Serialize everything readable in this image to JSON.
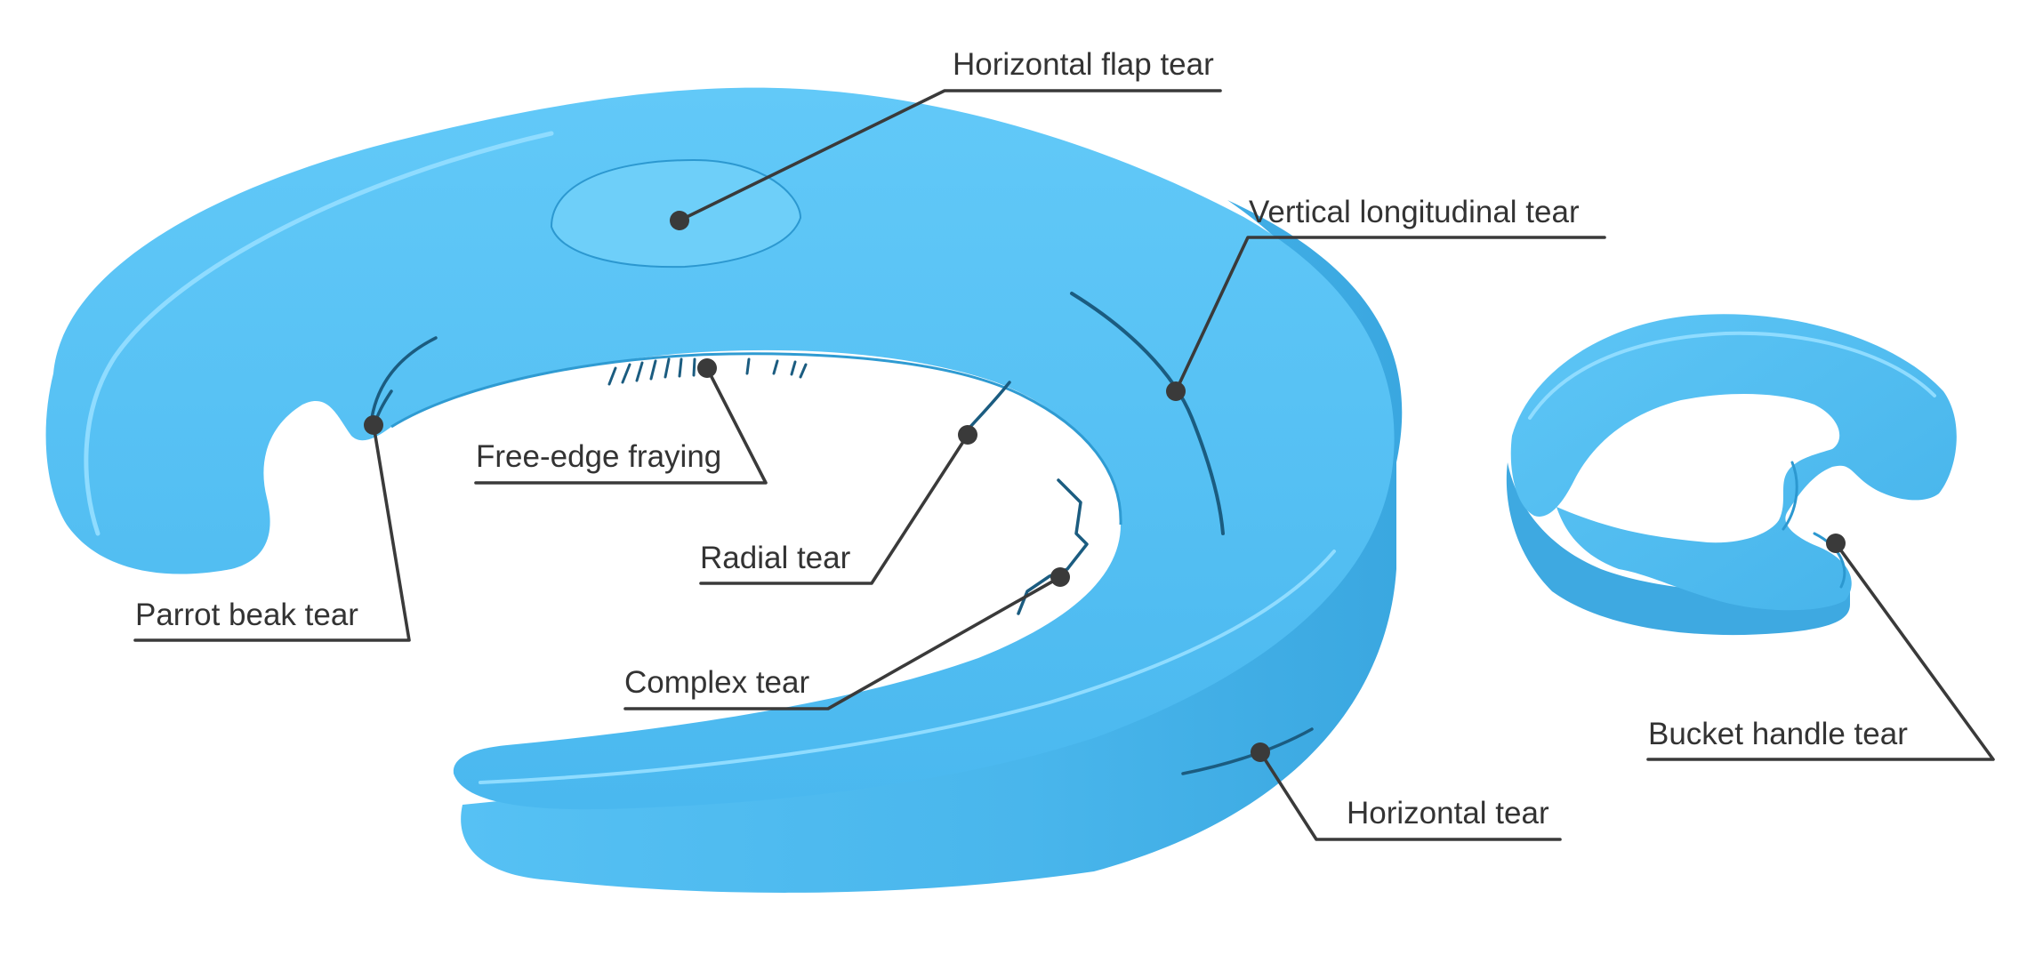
{
  "diagram": {
    "colors": {
      "meniscus_fill": "#5bc4f5",
      "meniscus_highlight": "#8fdcff",
      "meniscus_shadow": "#2c98d0",
      "tear_line": "#1b5c80",
      "leader_line": "#3a3a3a",
      "label_text": "#333333"
    },
    "labels": {
      "horizontal_flap_tear": "Horizontal flap tear",
      "vertical_longitudinal_tear": "Vertical longitudinal tear",
      "free_edge_fraying": "Free-edge fraying",
      "radial_tear": "Radial tear",
      "parrot_beak_tear": "Parrot beak tear",
      "complex_tear": "Complex tear",
      "horizontal_tear": "Horizontal tear",
      "bucket_handle_tear": "Bucket handle tear"
    }
  }
}
